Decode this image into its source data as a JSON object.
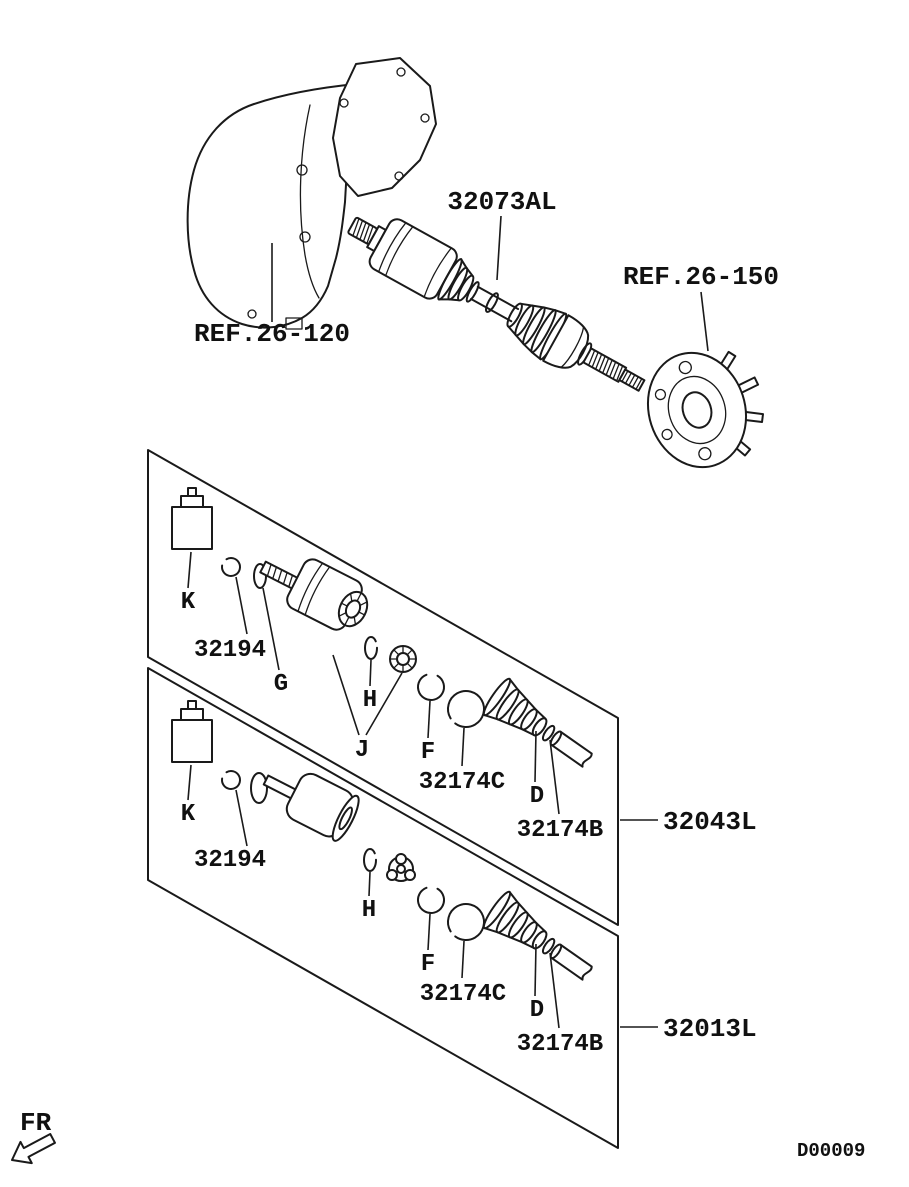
{
  "colors": {
    "ink": "#1a1a1a",
    "paper": "#ffffff"
  },
  "header": {
    "shaft_part": "32073AL",
    "ref_hub": "REF.26-150",
    "ref_transaxle": "REF.26-120"
  },
  "upper_kit": {
    "group": "32043L",
    "k": "K",
    "snap_ring": "32194",
    "g": "G",
    "h": "H",
    "j": "J",
    "f": "F",
    "band_large": "32174C",
    "d": "D",
    "band_small": "32174B"
  },
  "lower_kit": {
    "group": "32013L",
    "k": "K",
    "snap_ring": "32194",
    "h": "H",
    "f": "F",
    "band_large": "32174C",
    "d": "D",
    "band_small": "32174B"
  },
  "footer": {
    "fr": "FR",
    "doc_code": "D00009"
  }
}
